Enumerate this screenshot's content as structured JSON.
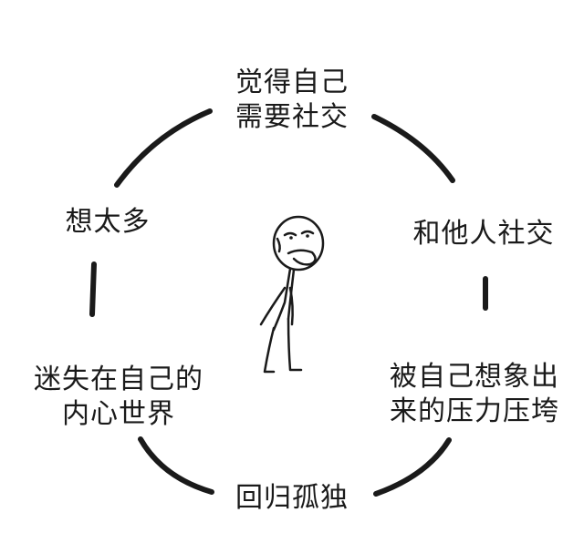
{
  "diagram": {
    "type": "cycle",
    "stroke_color": "#1a1a1a",
    "nodes": [
      {
        "id": "top",
        "lines": [
          "觉得自己",
          "需要社交"
        ]
      },
      {
        "id": "right",
        "lines": [
          "和他人社交"
        ]
      },
      {
        "id": "lower-right",
        "lines": [
          "被自己想象出",
          "来的压力压垮"
        ]
      },
      {
        "id": "bottom",
        "lines": [
          "回归孤独"
        ]
      },
      {
        "id": "lower-left",
        "lines": [
          "迷失在自己的",
          "内心世界"
        ]
      },
      {
        "id": "left",
        "lines": [
          "想太多"
        ]
      }
    ],
    "center_figure": "stick-figure-meme-face"
  }
}
